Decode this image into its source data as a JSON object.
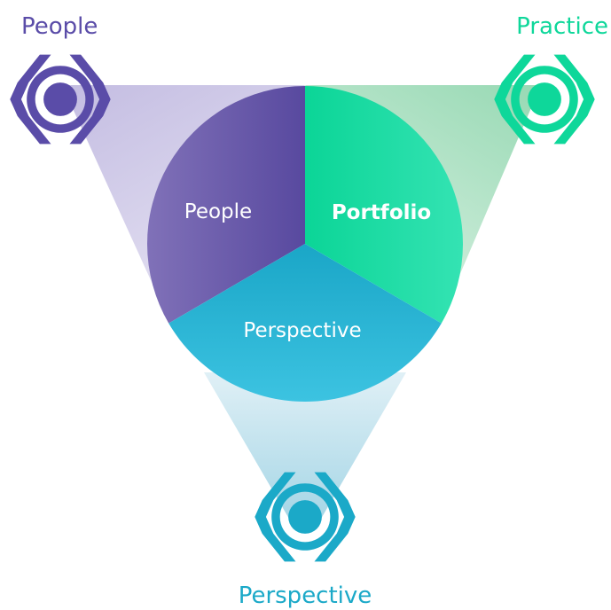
{
  "labels": {
    "people": "People",
    "practice": "Practice",
    "perspective": "Perspective"
  },
  "segments": {
    "people": "People",
    "portfolio": "Portfolio",
    "perspective": "Perspective"
  },
  "colors": {
    "purple": "#5a4ca8",
    "green": "#0ed79a",
    "teal": "#1ba9c8",
    "purple_light": "#b6b0dc",
    "green_light": "#a9dfc0",
    "teal_light": "#b9dfe9"
  },
  "icons": {
    "people": "eye-icon",
    "practice": "eye-icon",
    "perspective": "eye-icon"
  }
}
